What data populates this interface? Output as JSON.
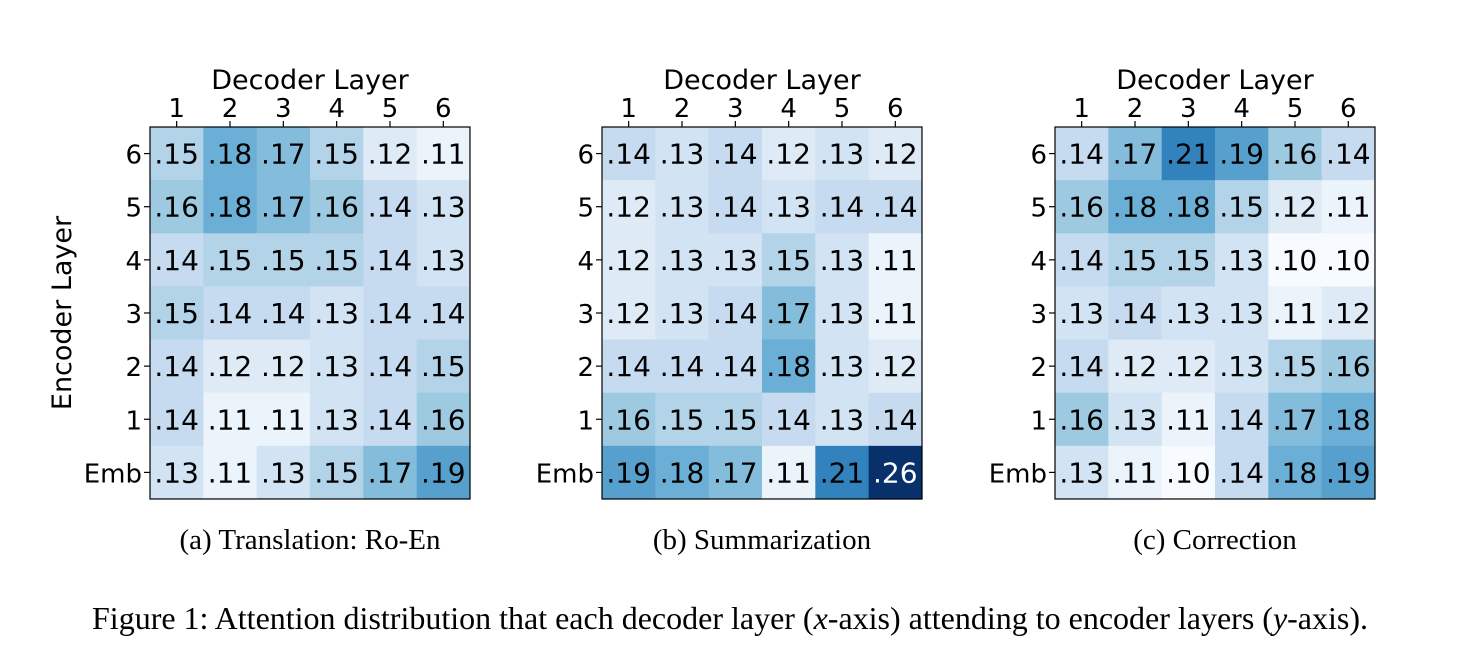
{
  "figure_caption": "Figure 1: Attention distribution that each decoder layer (x-axis) attending to encoder layers (y-axis).",
  "caption_parts": {
    "prefix": "Figure 1: Attention distribution that each decoder layer (",
    "xvar": "x",
    "middle": "-axis) attending to encoder layers (",
    "yvar": "y",
    "suffix": "-axis)."
  },
  "colormap": {
    "name": "Blues",
    "low": "#f7fbff",
    "high": "#08306b",
    "vmin": 0.1,
    "vmax": 0.26
  },
  "chart_data": [
    {
      "type": "heatmap",
      "title": "",
      "subcaption": "(a) Translation: Ro-En",
      "xlabel": "Decoder Layer",
      "ylabel": "Encoder Layer",
      "x": [
        "1",
        "2",
        "3",
        "4",
        "5",
        "6"
      ],
      "y": [
        "6",
        "5",
        "4",
        "3",
        "2",
        "1",
        "Emb"
      ],
      "values": [
        [
          0.15,
          0.18,
          0.17,
          0.15,
          0.12,
          0.11
        ],
        [
          0.16,
          0.18,
          0.17,
          0.16,
          0.14,
          0.13
        ],
        [
          0.14,
          0.15,
          0.15,
          0.15,
          0.14,
          0.13
        ],
        [
          0.15,
          0.14,
          0.14,
          0.13,
          0.14,
          0.14
        ],
        [
          0.14,
          0.12,
          0.12,
          0.13,
          0.14,
          0.15
        ],
        [
          0.14,
          0.11,
          0.11,
          0.13,
          0.14,
          0.16
        ],
        [
          0.13,
          0.11,
          0.13,
          0.15,
          0.17,
          0.19
        ]
      ],
      "labels": [
        [
          ".15",
          ".18",
          ".17",
          ".15",
          ".12",
          ".11"
        ],
        [
          ".16",
          ".18",
          ".17",
          ".16",
          ".14",
          ".13"
        ],
        [
          ".14",
          ".15",
          ".15",
          ".15",
          ".14",
          ".13"
        ],
        [
          ".15",
          ".14",
          ".14",
          ".13",
          ".14",
          ".14"
        ],
        [
          ".14",
          ".12",
          ".12",
          ".13",
          ".14",
          ".15"
        ],
        [
          ".14",
          ".11",
          ".11",
          ".13",
          ".14",
          ".16"
        ],
        [
          ".13",
          ".11",
          ".13",
          ".15",
          ".17",
          ".19"
        ]
      ]
    },
    {
      "type": "heatmap",
      "title": "",
      "subcaption": "(b) Summarization",
      "xlabel": "Decoder Layer",
      "ylabel": "",
      "x": [
        "1",
        "2",
        "3",
        "4",
        "5",
        "6"
      ],
      "y": [
        "6",
        "5",
        "4",
        "3",
        "2",
        "1",
        "Emb"
      ],
      "values": [
        [
          0.14,
          0.13,
          0.14,
          0.12,
          0.13,
          0.12
        ],
        [
          0.12,
          0.13,
          0.14,
          0.13,
          0.14,
          0.14
        ],
        [
          0.12,
          0.13,
          0.13,
          0.15,
          0.13,
          0.11
        ],
        [
          0.12,
          0.13,
          0.14,
          0.17,
          0.13,
          0.11
        ],
        [
          0.14,
          0.14,
          0.14,
          0.18,
          0.13,
          0.12
        ],
        [
          0.16,
          0.15,
          0.15,
          0.14,
          0.13,
          0.14
        ],
        [
          0.19,
          0.18,
          0.17,
          0.11,
          0.21,
          0.26
        ]
      ],
      "labels": [
        [
          ".14",
          ".13",
          ".14",
          ".12",
          ".13",
          ".12"
        ],
        [
          ".12",
          ".13",
          ".14",
          ".13",
          ".14",
          ".14"
        ],
        [
          ".12",
          ".13",
          ".13",
          ".15",
          ".13",
          ".11"
        ],
        [
          ".12",
          ".13",
          ".14",
          ".17",
          ".13",
          ".11"
        ],
        [
          ".14",
          ".14",
          ".14",
          ".18",
          ".13",
          ".12"
        ],
        [
          ".16",
          ".15",
          ".15",
          ".14",
          ".13",
          ".14"
        ],
        [
          ".19",
          ".18",
          ".17",
          ".11",
          ".21",
          ".26"
        ]
      ]
    },
    {
      "type": "heatmap",
      "title": "",
      "subcaption": "(c) Correction",
      "xlabel": "Decoder Layer",
      "ylabel": "",
      "x": [
        "1",
        "2",
        "3",
        "4",
        "5",
        "6"
      ],
      "y": [
        "6",
        "5",
        "4",
        "3",
        "2",
        "1",
        "Emb"
      ],
      "values": [
        [
          0.14,
          0.17,
          0.21,
          0.19,
          0.16,
          0.14
        ],
        [
          0.16,
          0.18,
          0.18,
          0.15,
          0.12,
          0.11
        ],
        [
          0.14,
          0.15,
          0.15,
          0.13,
          0.1,
          0.1
        ],
        [
          0.13,
          0.14,
          0.13,
          0.13,
          0.11,
          0.12
        ],
        [
          0.14,
          0.12,
          0.12,
          0.13,
          0.15,
          0.16
        ],
        [
          0.16,
          0.13,
          0.11,
          0.14,
          0.17,
          0.18
        ],
        [
          0.13,
          0.11,
          0.1,
          0.14,
          0.18,
          0.19
        ]
      ],
      "labels": [
        [
          ".14",
          ".17",
          ".21",
          ".19",
          ".16",
          ".14"
        ],
        [
          ".16",
          ".18",
          ".18",
          ".15",
          ".12",
          ".11"
        ],
        [
          ".14",
          ".15",
          ".15",
          ".13",
          ".10",
          ".10"
        ],
        [
          ".13",
          ".14",
          ".13",
          ".13",
          ".11",
          ".12"
        ],
        [
          ".14",
          ".12",
          ".12",
          ".13",
          ".15",
          ".16"
        ],
        [
          ".16",
          ".13",
          ".11",
          ".14",
          ".17",
          ".18"
        ],
        [
          ".13",
          ".11",
          ".10",
          ".14",
          ".18",
          ".19"
        ]
      ]
    }
  ]
}
